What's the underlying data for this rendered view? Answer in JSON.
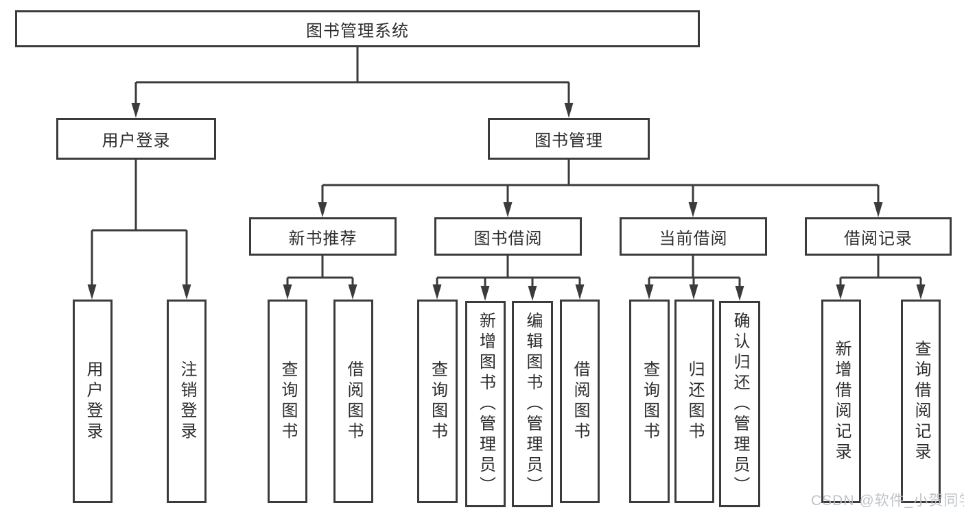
{
  "tree": {
    "root": "图书管理系统",
    "children": [
      {
        "label": "用户登录",
        "children": [
          {
            "label": "用户登录"
          },
          {
            "label": "注销登录"
          }
        ]
      },
      {
        "label": "图书管理",
        "children": [
          {
            "label": "新书推荐",
            "children": [
              {
                "label": "查询图书"
              },
              {
                "label": "借阅图书"
              }
            ]
          },
          {
            "label": "图书借阅",
            "children": [
              {
                "label": "查询图书"
              },
              {
                "label": "新增图书（管理员）"
              },
              {
                "label": "编辑图书（管理员）"
              },
              {
                "label": "借阅图书"
              }
            ]
          },
          {
            "label": "当前借阅",
            "children": [
              {
                "label": "查询图书"
              },
              {
                "label": "归还图书"
              },
              {
                "label": "确认归还（管理员）"
              }
            ]
          },
          {
            "label": "借阅记录",
            "children": [
              {
                "label": "新增借阅记录"
              },
              {
                "label": "查询借阅记录"
              }
            ]
          }
        ]
      }
    ]
  },
  "watermark": "CSDN @软件_小贺同学",
  "colors": {
    "line": "#3b3b3b",
    "text": "#2d2d2d",
    "watermark": "#b9bdc4",
    "background": "#ffffff"
  }
}
